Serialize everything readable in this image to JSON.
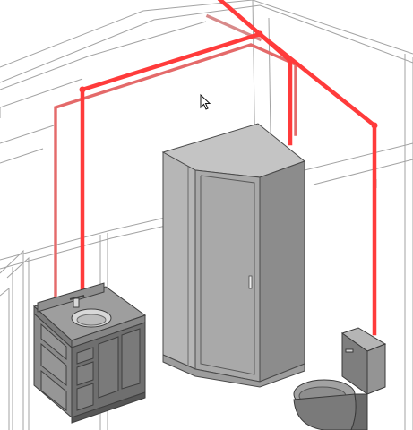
{
  "view": {
    "background_color": "#ffffff",
    "edge_color": "#9a9a9a",
    "pipe_color": "#ff3b3b",
    "pipe_back_color": "#f06a6a",
    "fixture_light": "#a8a8a8",
    "fixture_mid": "#8a8a8a",
    "fixture_dark": "#6a6a6a",
    "cursor_icon": "mouse-pointer-arrow-icon"
  },
  "objects": {
    "pipes": "domestic-water-pipe-network",
    "shower": "corner-shower-enclosure",
    "vanity": "vanity-cabinet-with-sink",
    "toilet": "toilet"
  }
}
